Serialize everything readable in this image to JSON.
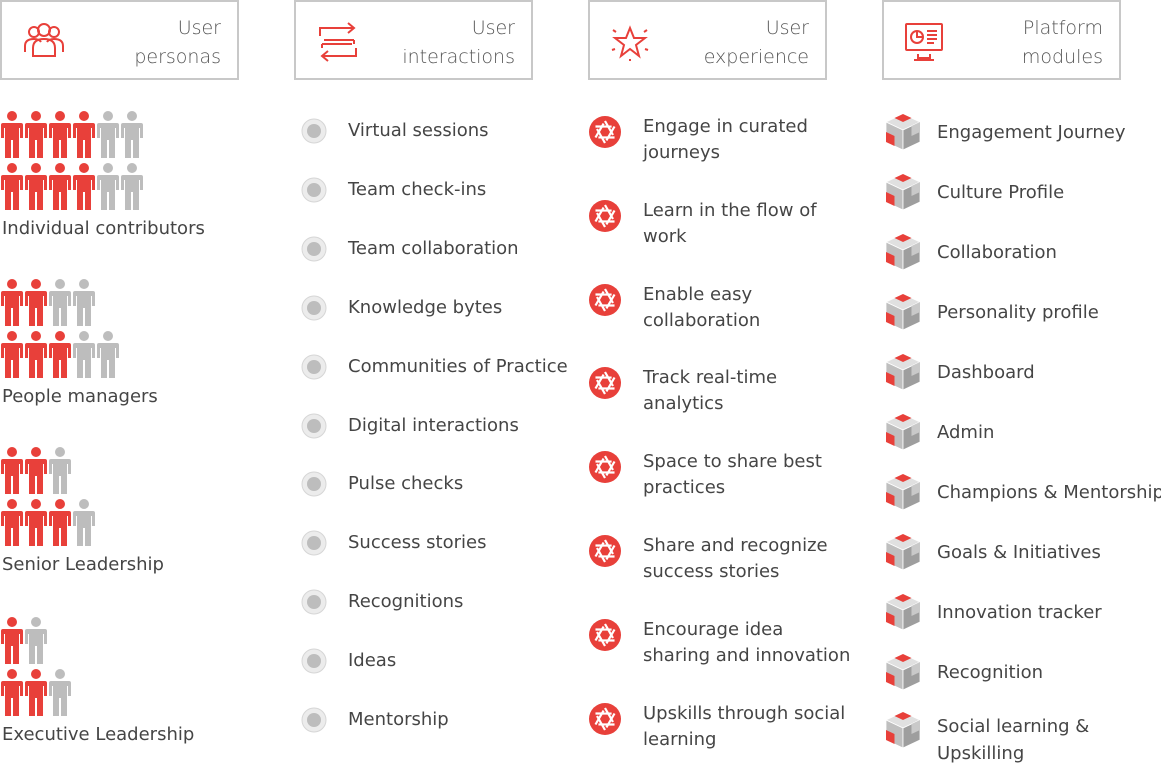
{
  "headers": [
    {
      "title_line1": "User",
      "title_line2": "personas",
      "icon": "users-icon"
    },
    {
      "title_line1": "User",
      "title_line2": "interactions",
      "icon": "arrows-exchange-icon"
    },
    {
      "title_line1": "User",
      "title_line2": "experience",
      "icon": "star-icon"
    },
    {
      "title_line1": "Platform",
      "title_line2": "modules",
      "icon": "dashboard-monitor-icon"
    }
  ],
  "personas": [
    {
      "label": "Individual contributors",
      "rows": [
        {
          "total": 6,
          "highlighted": 4
        },
        {
          "total": 6,
          "highlighted": 4
        }
      ]
    },
    {
      "label": "People managers",
      "rows": [
        {
          "total": 4,
          "highlighted": 2
        },
        {
          "total": 5,
          "highlighted": 3
        }
      ]
    },
    {
      "label": "Senior Leadership",
      "rows": [
        {
          "total": 3,
          "highlighted": 2
        },
        {
          "total": 4,
          "highlighted": 3
        }
      ]
    },
    {
      "label": "Executive Leadership",
      "rows": [
        {
          "total": 2,
          "highlighted": 1
        },
        {
          "total": 3,
          "highlighted": 2
        }
      ]
    }
  ],
  "interactions": [
    "Virtual sessions",
    "Team check-ins",
    "Team collaboration",
    "Knowledge bytes",
    "Communities of Practice",
    "Digital interactions",
    "Pulse checks",
    "Success stories",
    "Recognitions",
    "Ideas",
    "Mentorship"
  ],
  "experience": [
    {
      "line1": "Engage in curated",
      "line2": "journeys"
    },
    {
      "line1": "Learn in the flow of",
      "line2": "work"
    },
    {
      "line1": "Enable easy",
      "line2": "collaboration"
    },
    {
      "line1": "Track real-time",
      "line2": "analytics"
    },
    {
      "line1": "Space to share best",
      "line2": "practices"
    },
    {
      "line1": "Share and recognize",
      "line2": "success stories"
    },
    {
      "line1": "Encourage idea",
      "line2": "sharing and innovation"
    },
    {
      "line1": "Upskills through social",
      "line2": "learning"
    }
  ],
  "modules": [
    "Engagement Journey",
    "Culture Profile",
    "Collaboration",
    "Personality profile",
    "Dashboard",
    "Admin",
    "Champions & Mentorship",
    "Goals & Initiatives",
    "Innovation tracker",
    "Recognition"
  ],
  "modules_last": {
    "line1": "Social learning &",
    "line2": "Upskilling"
  },
  "colors": {
    "accent": "#e8403a",
    "gray": "#bdbdbd",
    "border": "#c8c8c8",
    "text": "#454545"
  }
}
